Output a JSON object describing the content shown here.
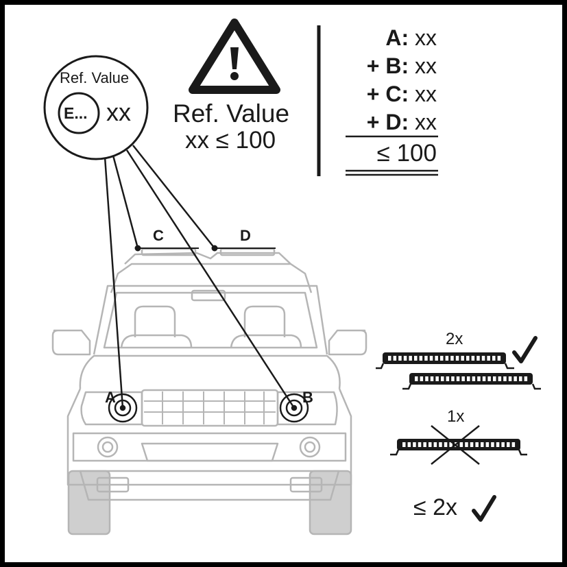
{
  "ref_badge": {
    "title": "Ref. Value",
    "mark": "E...",
    "value": "xx"
  },
  "warning": {
    "line1": "Ref. Value",
    "line2": "xx ≤ 100"
  },
  "sum": {
    "rows": [
      {
        "prefix": "",
        "letter": "A:",
        "value": "xx"
      },
      {
        "prefix": "+",
        "letter": "B:",
        "value": "xx"
      },
      {
        "prefix": "+",
        "letter": "C:",
        "value": "xx"
      },
      {
        "prefix": "+",
        "letter": "D:",
        "value": "xx"
      }
    ],
    "total": "≤ 100"
  },
  "lamp_labels": {
    "a": "A",
    "b": "B",
    "c": "C",
    "d": "D"
  },
  "lightbars": {
    "two_label": "2x",
    "one_label": "1x",
    "max_label": "≤ 2x",
    "ok_icon": "check-icon",
    "not_ok_icon": "cross-icon"
  },
  "colors": {
    "frame": "#000000",
    "line": "#1a1a1a",
    "car": "#b8b8b8",
    "car_fill": "#e6e6e6"
  }
}
